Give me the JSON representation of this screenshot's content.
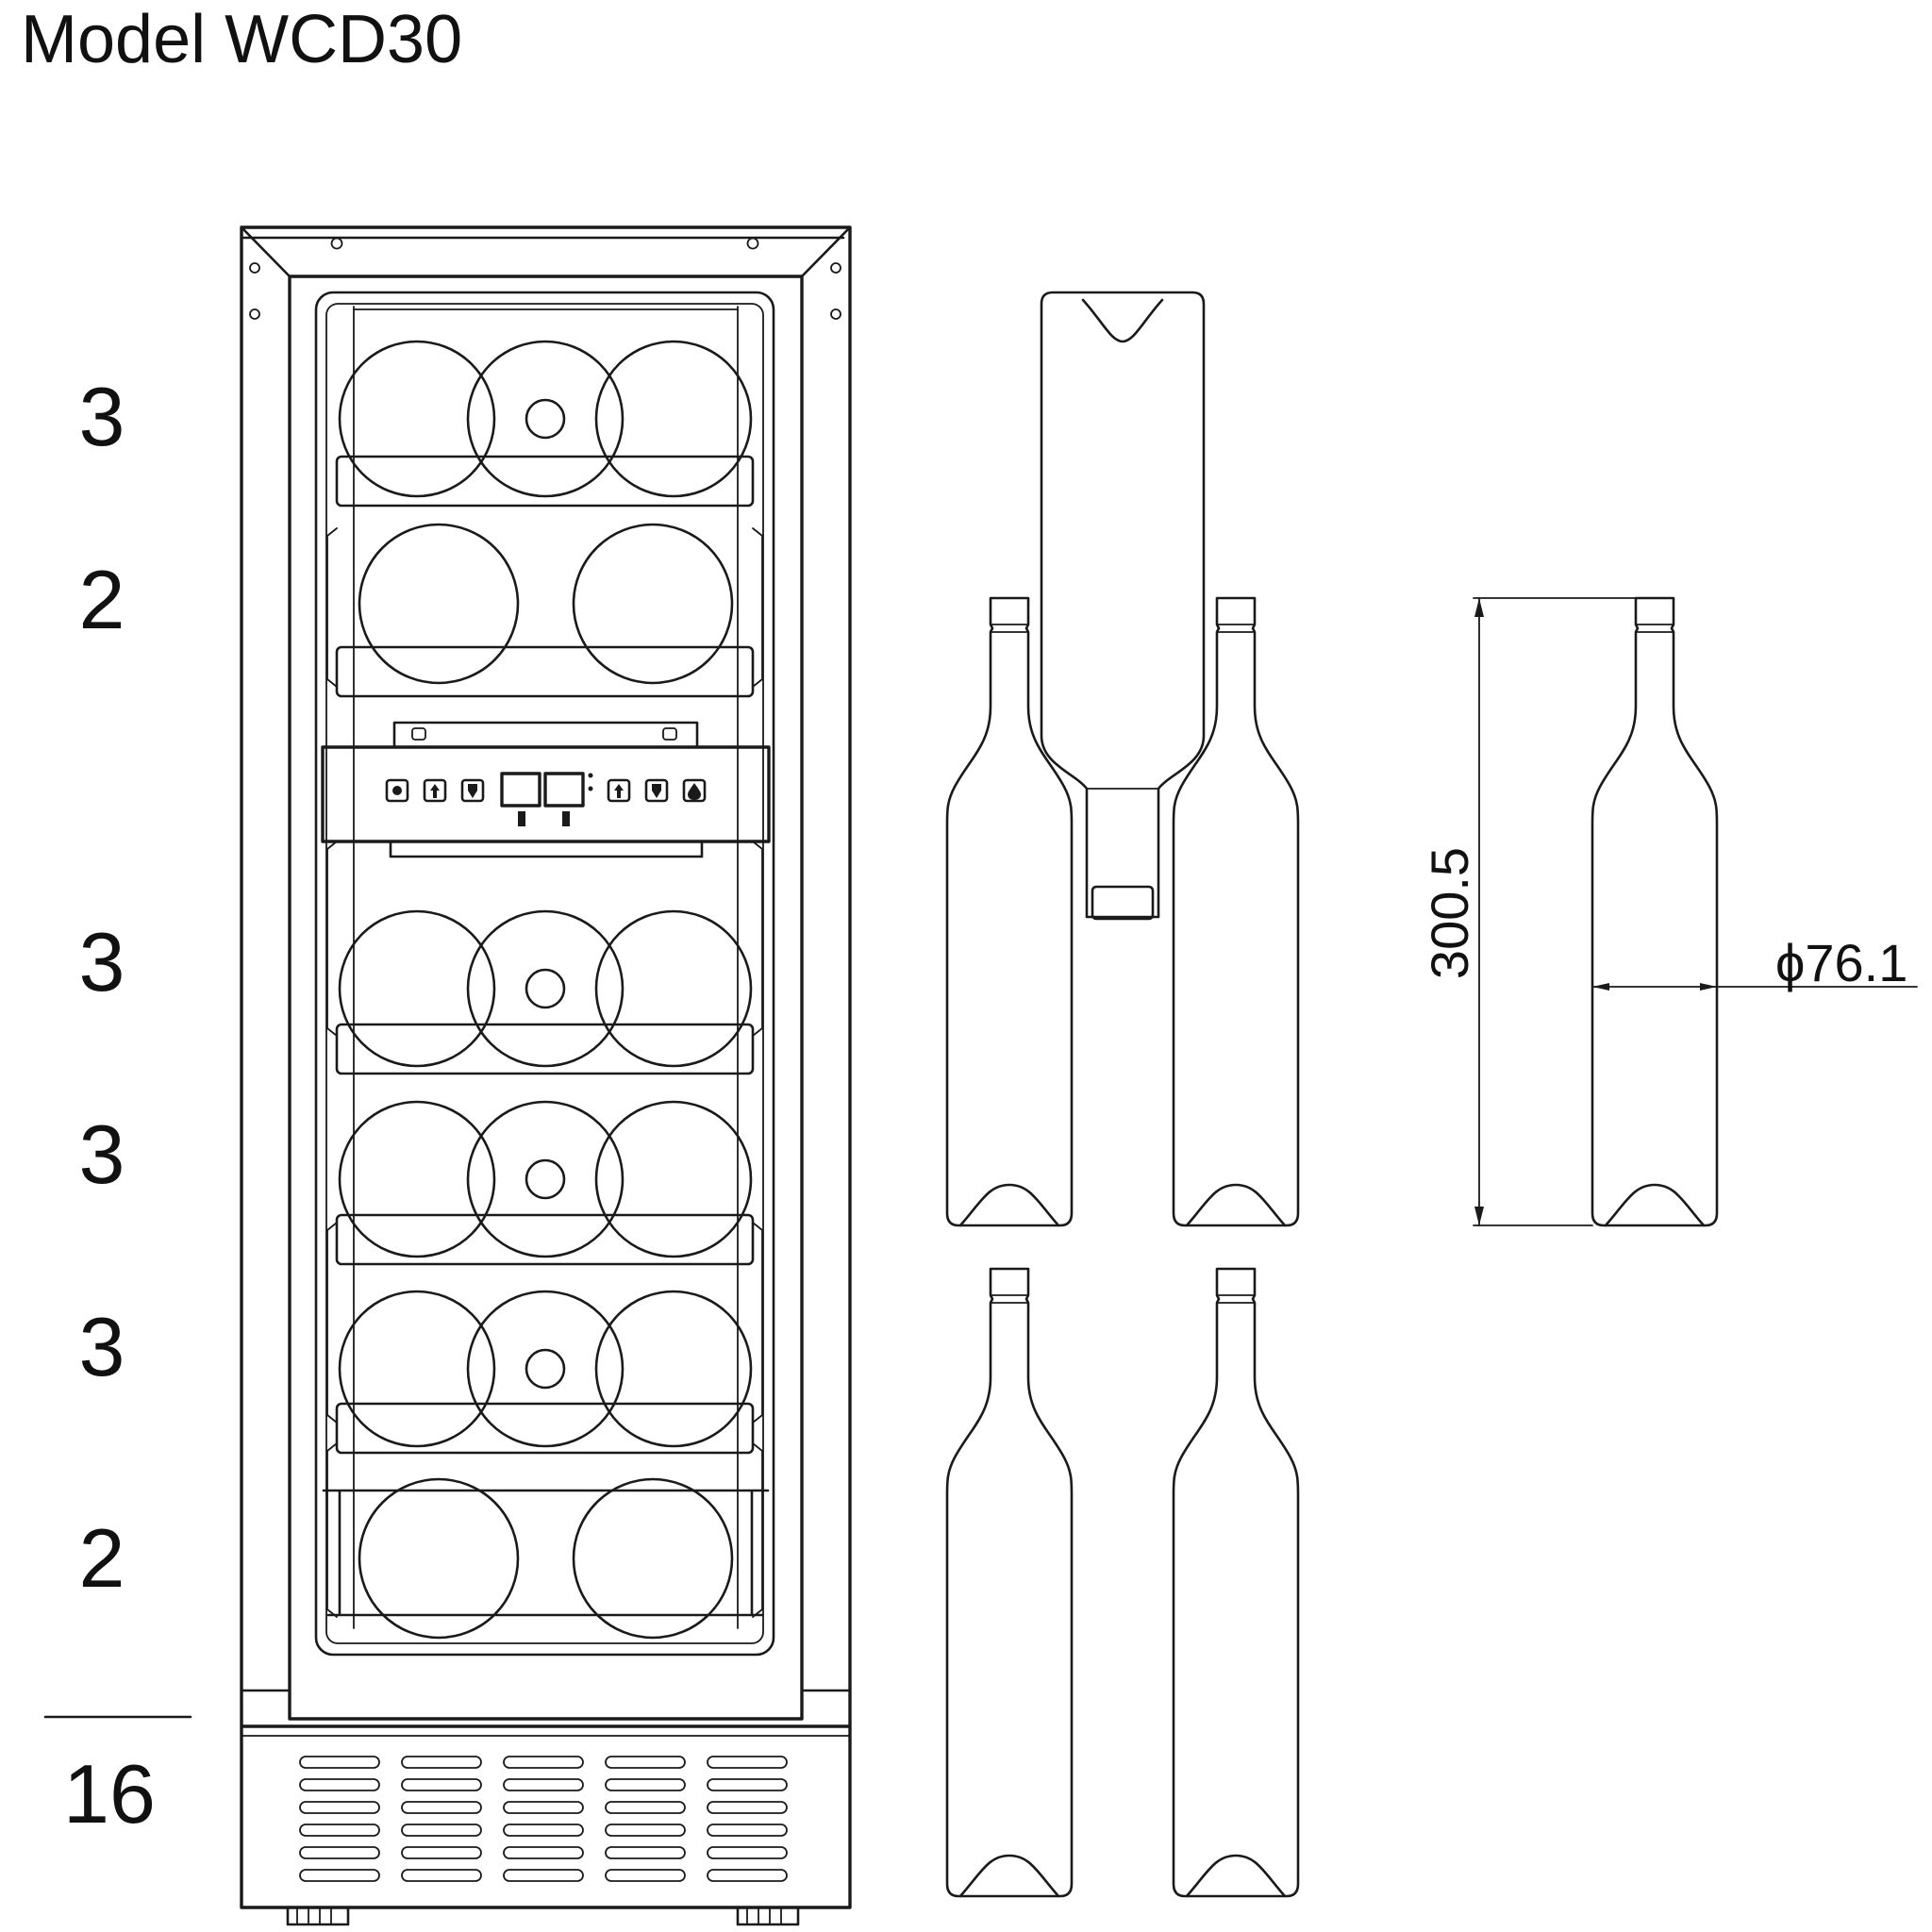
{
  "title": "Model WCD30",
  "shelf_counts": [
    "3",
    "2",
    "3",
    "3",
    "3",
    "2"
  ],
  "total_count": "16",
  "bottle_dimensions": {
    "height": "300.5",
    "diameter": "ϕ76.1"
  }
}
